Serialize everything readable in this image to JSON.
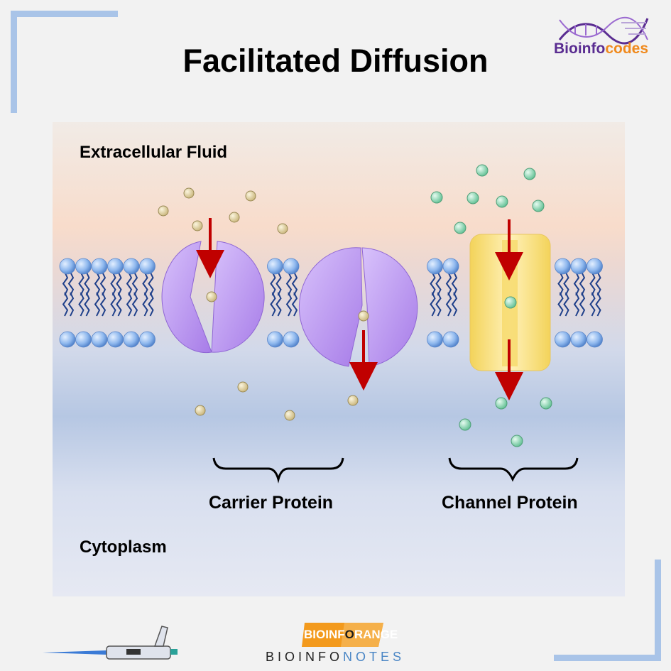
{
  "title": "Facilitated Diffusion",
  "brand": {
    "part1": "Bioinfo",
    "part2": "codes"
  },
  "labels": {
    "extracellular": "Extracellular Fluid",
    "cytoplasm": "Cytoplasm",
    "carrier": "Carrier Protein",
    "channel": "Channel Protein"
  },
  "footer": {
    "logo_a": "BIOINF",
    "logo_b": "RANGE",
    "notes_a": "BIOINFO",
    "notes_b": "NOTES"
  },
  "colors": {
    "frame": "#a9c4e8",
    "carrier_protein": "#b48cf0",
    "channel_protein": "#fde08a",
    "solute_carrier": "#e8d6a0",
    "solute_channel": "#9fdcbf",
    "arrow": "#c00000",
    "lipid_head": "#8fb8ee",
    "lipid_tail": "#1e3f8a"
  }
}
